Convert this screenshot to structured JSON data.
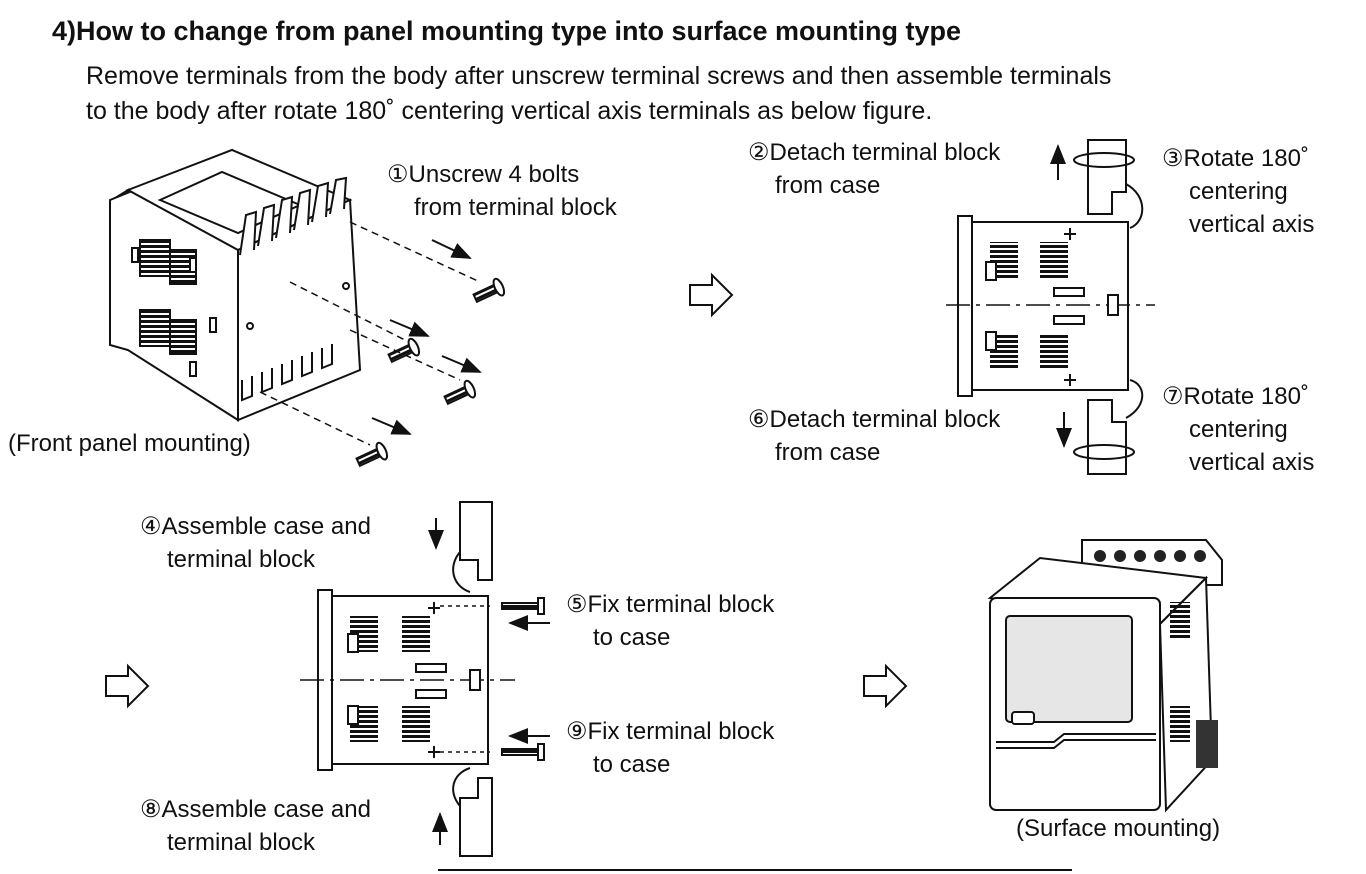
{
  "heading": "4)How to change from panel mounting type into surface mounting type",
  "intro": {
    "line1": "Remove terminals from the body after unscrew terminal screws and then assemble terminals",
    "line2": "to the body after rotate 180˚ centering vertical axis terminals as below figure."
  },
  "steps": {
    "s1": {
      "num": "①",
      "line1": "Unscrew 4 bolts",
      "line2": "from terminal block"
    },
    "s2": {
      "num": "②",
      "line1": "Detach terminal block",
      "line2": "from case"
    },
    "s3": {
      "num": "③",
      "line1": "Rotate 180˚",
      "line2": "centering",
      "line3": "vertical axis"
    },
    "s4": {
      "num": "④",
      "line1": "Assemble case and",
      "line2": "terminal block"
    },
    "s5": {
      "num": "⑤",
      "line1": "Fix terminal block",
      "line2": "to case"
    },
    "s6": {
      "num": "⑥",
      "line1": "Detach terminal block",
      "line2": "from case"
    },
    "s7": {
      "num": "⑦",
      "line1": "Rotate 180˚",
      "line2": "centering",
      "line3": "vertical axis"
    },
    "s8": {
      "num": "⑧",
      "line1": "Assemble case and",
      "line2": "terminal block"
    },
    "s9": {
      "num": "⑨",
      "line1": "Fix terminal block",
      "line2": "to case"
    }
  },
  "captions": {
    "front": "(Front panel mounting)",
    "surface": "(Surface mounting)"
  }
}
